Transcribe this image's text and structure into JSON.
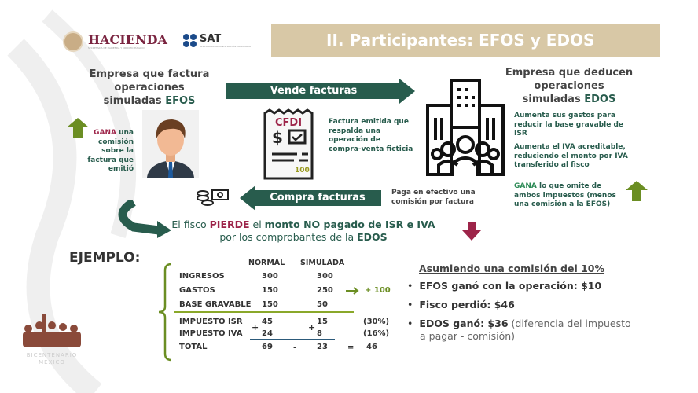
{
  "header": {
    "title": "II. Participantes: EFOS y EDOS",
    "logo_hacienda": "HACIENDA",
    "logo_hacienda_sub": "SECRETARÍA DE HACIENDA Y CRÉDITO PÚBLICO",
    "logo_sat": "SAT",
    "logo_sat_sub": "SERVICIO DE ADMINISTRACIÓN TRIBUTARIA"
  },
  "efos": {
    "title_1": "Empresa que factura",
    "title_2": "operaciones",
    "title_3": "simuladas ",
    "title_accent": "EFOS",
    "gana": "GANA",
    "gana_rest": " una comisión sobre la factura que emitió"
  },
  "flow": {
    "vende": "Vende facturas",
    "compra": "Compra facturas",
    "cfdi": "CFDI",
    "cfdi_amount": "100",
    "cfdi_desc": "Factura emitida que respalda una operación de compra-venta ficticia",
    "paga": "Paga en efectivo una comisión por factura"
  },
  "edos": {
    "title_1": "Empresa que deducen",
    "title_2": "operaciones",
    "title_3": "simuladas ",
    "title_accent": "EDOS",
    "point1": "Aumenta sus gastos para reducir la base gravable de ISR",
    "point2": "Aumenta el IVA acreditable, reduciendo el monto por IVA transferido al fisco",
    "gana": "GANA",
    "gana_rest": " lo que omite de ambos impuestos (menos una comisión a la EFOS)"
  },
  "fisco": {
    "p1": "El fisco ",
    "p2": "PIERDE",
    "p3": " el ",
    "p4": "monto NO pagado de ISR e IVA",
    "p5": "por los comprobantes de la ",
    "p6": "EDOS"
  },
  "ejemplo": {
    "title": "EJEMPLO:",
    "col_normal": "NORMAL",
    "col_simulada": "SIMULADA",
    "rows": [
      {
        "label": "INGRESOS",
        "normal": "300",
        "simulada": "300"
      },
      {
        "label": "GASTOS",
        "normal": "150",
        "simulada": "250",
        "note": "+ 100"
      },
      {
        "label": "BASE GRAVABLE",
        "normal": "150",
        "simulada": "50"
      },
      {
        "label": "IMPUESTO ISR",
        "normal": "45",
        "simulada": "15",
        "note": "(30%)"
      },
      {
        "label": "IMPUESTO IVA",
        "normal": "24",
        "simulada": "8",
        "note": "(16%)"
      },
      {
        "label": "TOTAL",
        "normal": "69",
        "simulada": "23",
        "note": "46"
      }
    ],
    "plus": "+",
    "minus": "-",
    "equals": "="
  },
  "summary": {
    "title": "Asumiendo una comisión del 10%",
    "b1": "EFOS ganó con la operación: $10",
    "b2": "Fisco perdió: $46",
    "b3_bold": "EDOS ganó: $36",
    "b3_rest": " (diferencia del impuesto a pagar - comisión)"
  },
  "footer": {
    "logo_text": "BICENTENARIO MÉXICO"
  },
  "colors": {
    "green": "#285c4d",
    "maroon": "#9d2449",
    "arrow_green": "#6b8e23",
    "banner": "#d8c8a6"
  }
}
